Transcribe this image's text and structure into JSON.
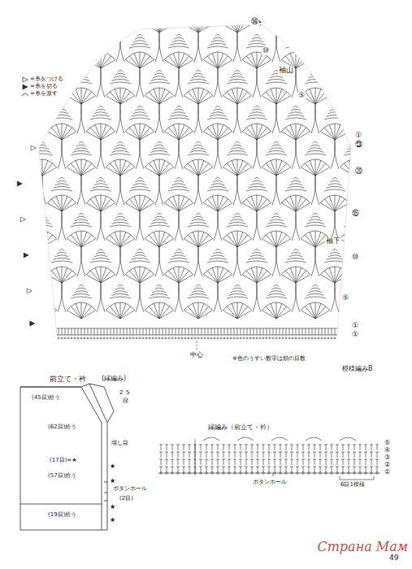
{
  "diagram": {
    "labels": [
      "⑭",
      "⑩",
      "袖山",
      "⑤",
      "①",
      "㉓",
      "⑳",
      "⑮",
      "袖下",
      "⑩",
      "⑤",
      "①",
      "①",
      "中心",
      "※色のうすい数字は鎖の目数",
      "模様編みB",
      "前立て・衿",
      "(縁編み)",
      "(45目)拾う",
      "2",
      "5",
      "段",
      "(62目)拾う",
      "増し目",
      "(17目)=★",
      "(57目)拾う",
      "ボタンホール",
      "(2目)",
      "(19目)拾う",
      "★",
      "★",
      "★",
      "★",
      "縁編み（前立て・衿）",
      "⑤",
      "④",
      "③",
      "②",
      "①",
      "ボタンホール",
      "6目1模様",
      "49",
      "Страна Мам"
    ],
    "legend": [
      {
        "text": "=糸をつける"
      },
      {
        "text": "=糸を切る"
      },
      {
        "text": "=糸を渡す"
      }
    ]
  }
}
